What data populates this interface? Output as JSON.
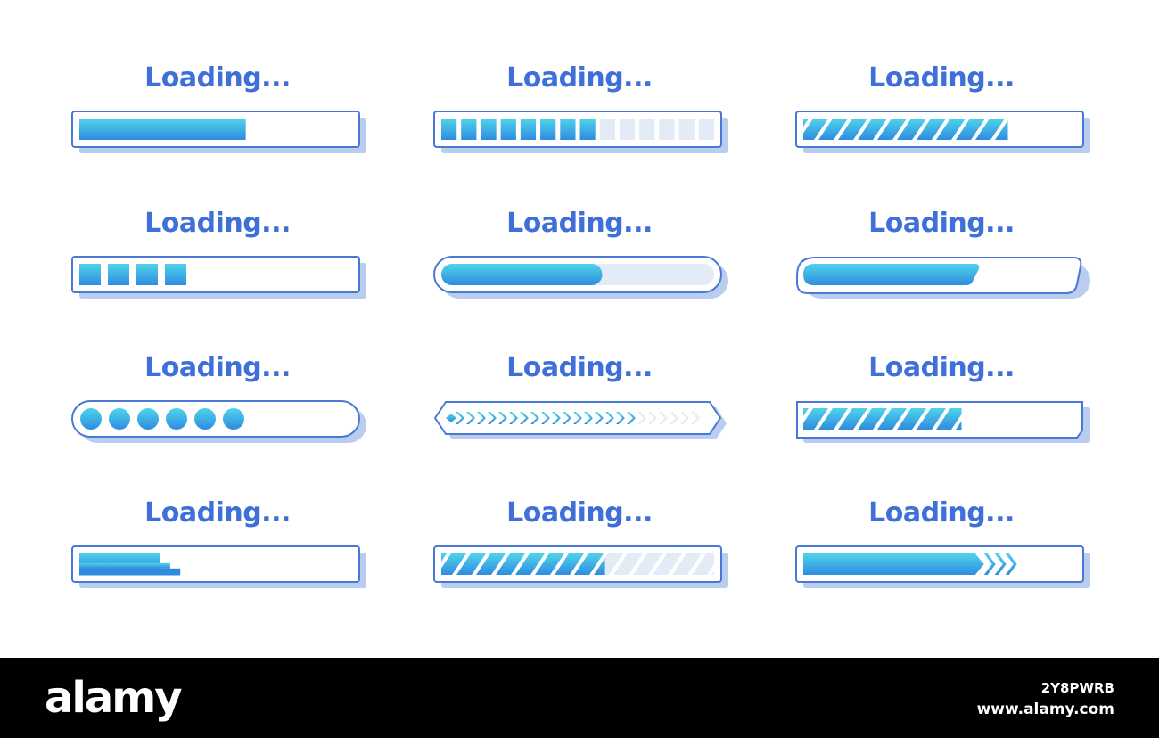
{
  "colors": {
    "text": "#3f6fd8",
    "outline": "#4a78d6",
    "shadow": "#b9cdee",
    "track": "#e3ebf7",
    "fill_light": "#4fd3ea",
    "fill_dark": "#2f8be0"
  },
  "loaders": [
    {
      "title": "Loading...",
      "style": "rect-solid",
      "progress": 0.61
    },
    {
      "title": "Loading...",
      "style": "rect-segments",
      "segments_total": 14,
      "segments_filled": 8
    },
    {
      "title": "Loading...",
      "style": "rect-stripes",
      "progress": 0.75
    },
    {
      "title": "Loading...",
      "style": "rect-blocks",
      "blocks_filled": 4
    },
    {
      "title": "Loading...",
      "style": "pill-track",
      "progress": 0.59
    },
    {
      "title": "Loading...",
      "style": "pill-angled",
      "progress": 0.63
    },
    {
      "title": "Loading...",
      "style": "pill-dots",
      "dots_filled": 6
    },
    {
      "title": "Loading...",
      "style": "hex-chevrons",
      "chevrons_total": 23,
      "chevrons_filled": 17
    },
    {
      "title": "Loading...",
      "style": "rect-stripes-cut",
      "progress": 0.58
    },
    {
      "title": "Loading...",
      "style": "rect-steps",
      "progress": 0.37
    },
    {
      "title": "Loading...",
      "style": "rect-stripes-track",
      "progress": 0.6
    },
    {
      "title": "Loading...",
      "style": "rect-arrow",
      "progress": 0.78
    }
  ],
  "footer": {
    "brand": "alamy",
    "image_id": "2Y8PWRB",
    "url": "www.alamy.com"
  }
}
